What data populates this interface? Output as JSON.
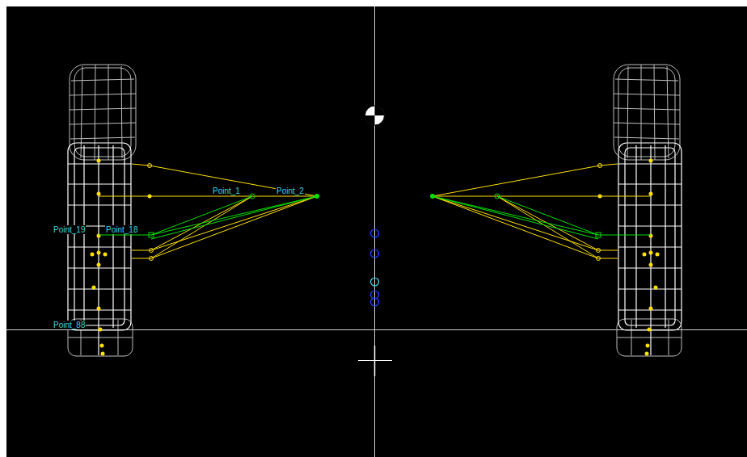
{
  "diagram": {
    "labels": [
      "Point_1",
      "Point_2",
      "Point_19",
      "Point_18",
      "Point_88"
    ]
  }
}
